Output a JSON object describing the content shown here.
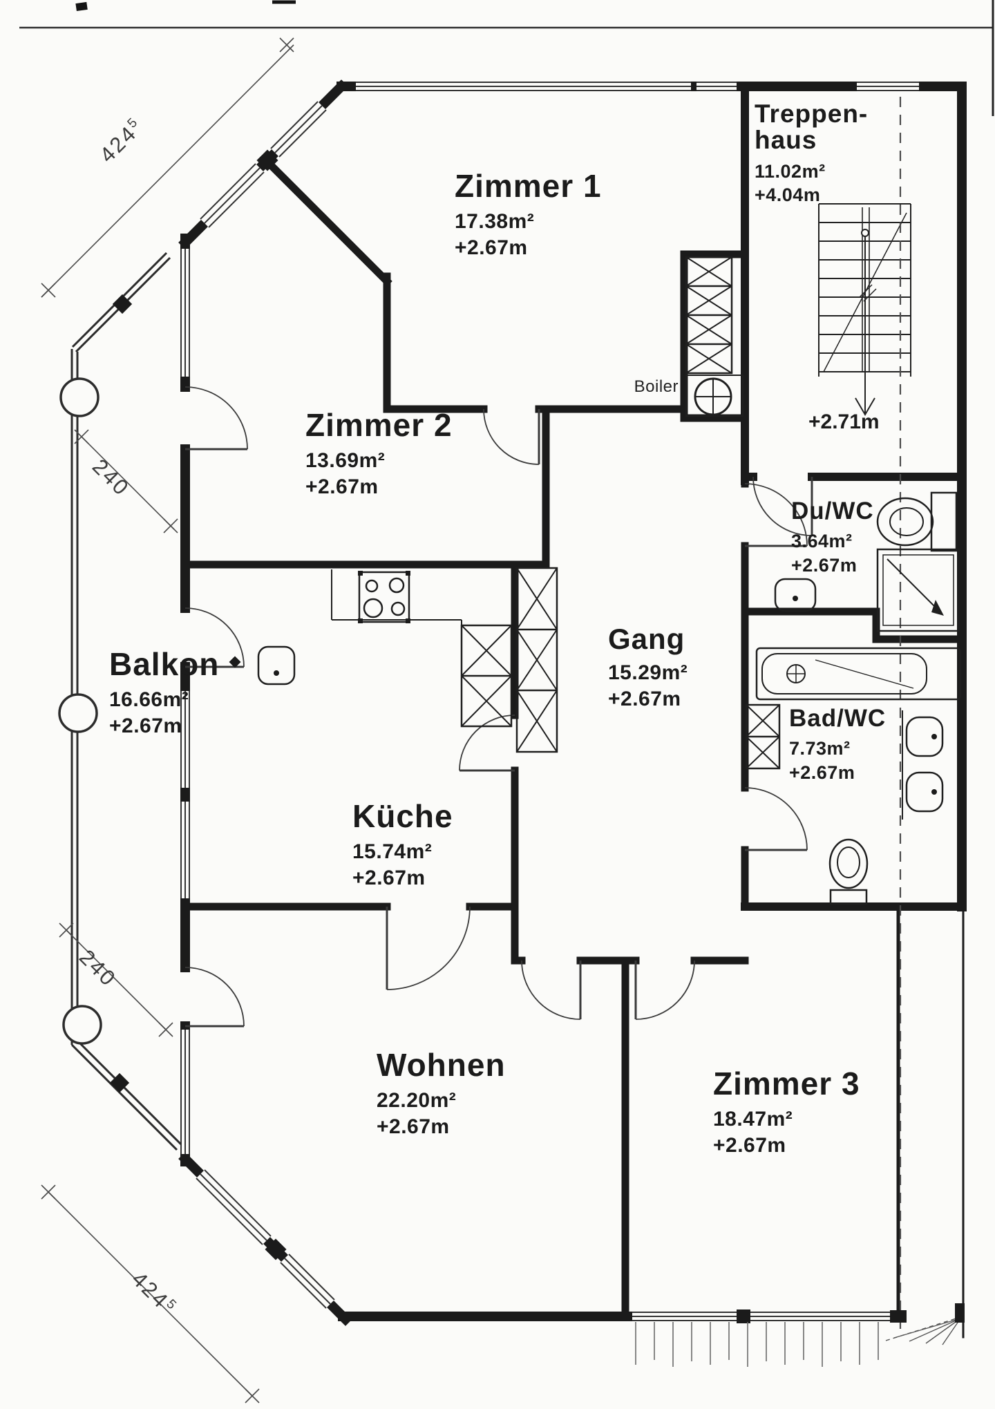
{
  "rooms": {
    "zimmer1": {
      "name": "Zimmer 1",
      "area": "17.38m²",
      "height": "+2.67m"
    },
    "treppenhaus": {
      "name_line1": "Treppen-",
      "name_line2": "haus",
      "area": "11.02m²",
      "height": "+4.04m"
    },
    "zimmer2": {
      "name": "Zimmer 2",
      "area": "13.69m²",
      "height": "+2.67m"
    },
    "balkon": {
      "name": "Balkon",
      "area": "16.66m²",
      "height": "+2.67m"
    },
    "gang": {
      "name": "Gang",
      "area": "15.29m²",
      "height": "+2.67m"
    },
    "duwc": {
      "name": "Du/WC",
      "area": "3.64m²",
      "height": "+2.67m"
    },
    "badwc": {
      "name": "Bad/WC",
      "area": "7.73m²",
      "height": "+2.67m"
    },
    "kueche": {
      "name": "Küche",
      "area": "15.74m²",
      "height": "+2.67m"
    },
    "wohnen": {
      "name": "Wohnen",
      "area": "22.20m²",
      "height": "+2.67m"
    },
    "zimmer3": {
      "name": "Zimmer 3",
      "area": "18.47m²",
      "height": "+2.67m"
    }
  },
  "annotations": {
    "boiler": "Boiler",
    "landing_height": "+2.71m"
  },
  "dimensions": {
    "top_diagonal": {
      "value": "424",
      "sup": "5"
    },
    "left_upper": "240",
    "left_lower": "240",
    "bottom_diagonal": {
      "value": "424",
      "sup": "5"
    }
  },
  "colors": {
    "ink": "#1b1b1b",
    "thin_line": "#333333",
    "dim_line": "#4a4a4a"
  }
}
